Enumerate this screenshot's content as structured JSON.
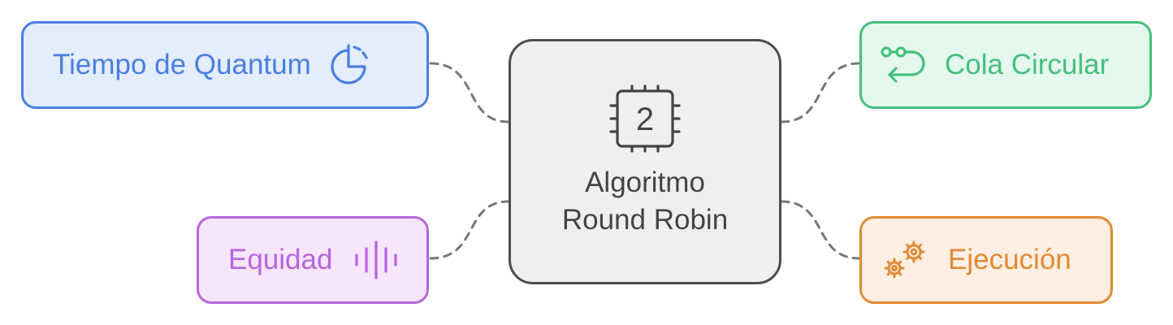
{
  "center": {
    "number": "2",
    "line1": "Algoritmo",
    "line2": "Round Robin",
    "icon": "cpu-chip-icon"
  },
  "nodes": {
    "quantum": {
      "label": "Tiempo de Quantum",
      "icon": "timer-icon",
      "color": "#4a7fe0",
      "fill": "#e3edfc"
    },
    "equidad": {
      "label": "Equidad",
      "icon": "sound-wave-icon",
      "color": "#b665dd",
      "fill": "#f6e5fb"
    },
    "cola": {
      "label": "Cola Circular",
      "icon": "circular-route-icon",
      "color": "#45c07c",
      "fill": "#e5f8ee"
    },
    "ejecucion": {
      "label": "Ejecución",
      "icon": "gears-icon",
      "color": "#e08a34",
      "fill": "#fdefe1"
    }
  },
  "connector_color": "#777777"
}
